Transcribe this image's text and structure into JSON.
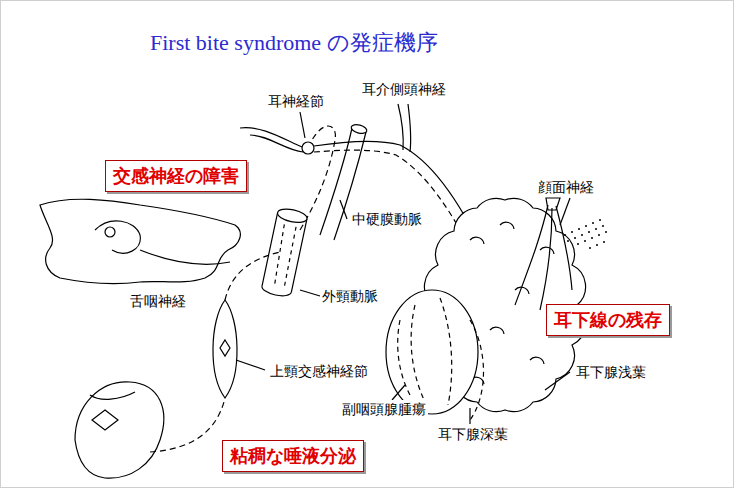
{
  "diagram": {
    "title": "First bite syndrome の発症機序",
    "nodes": [
      {
        "text": [
          "交感神経の障害"
        ]
      },
      {
        "text": [
          "耳下線の残存"
        ]
      },
      {
        "text": [
          "粘稠な唾液分泌"
        ]
      }
    ],
    "labels": [
      "耳神経節",
      "耳介側頭神経",
      "顔面神経",
      "中硬膜動脈",
      "舌咽神経",
      "外頸動脈",
      "上頸交感神経節",
      "耳下腺浅葉",
      "副咽頭腺腫瘍",
      "耳下腺深葉"
    ]
  }
}
